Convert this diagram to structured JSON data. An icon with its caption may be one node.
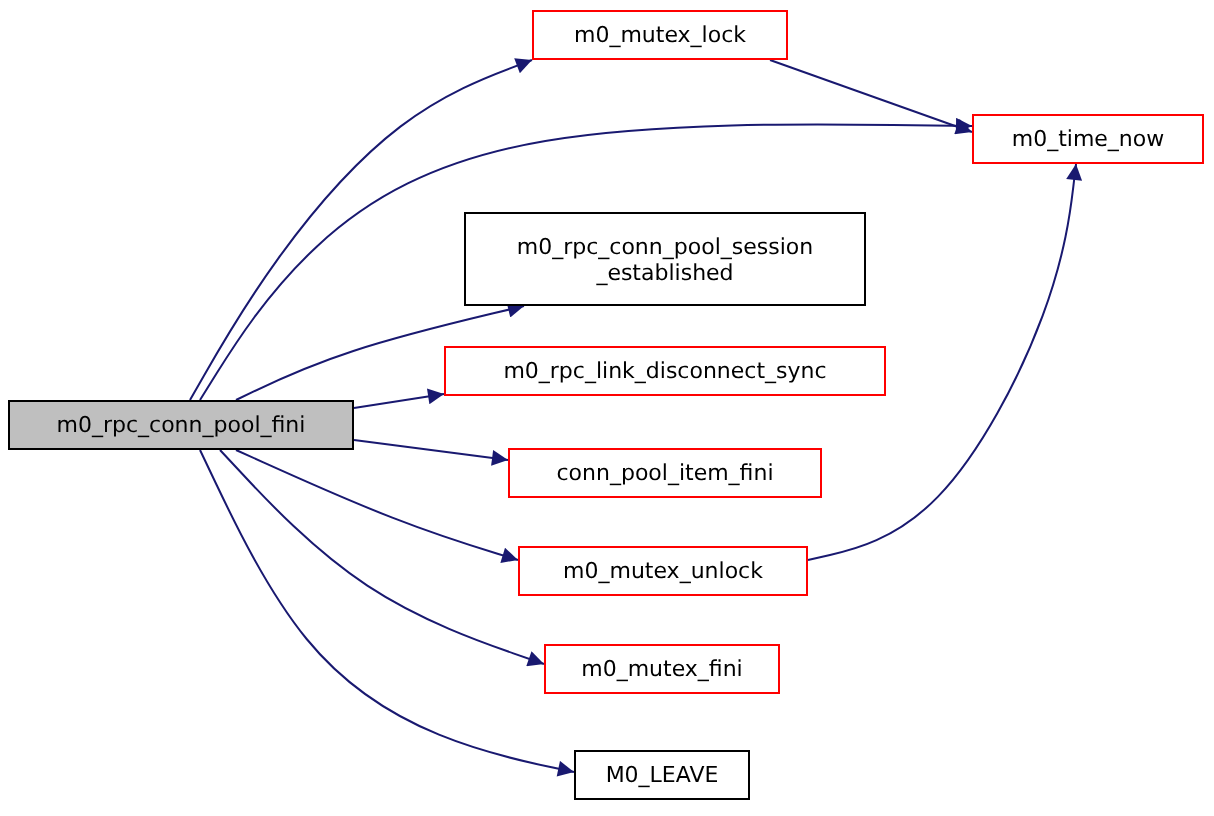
{
  "diagram": {
    "nodes": [
      {
        "text": [
          "m0_rpc_conn_pool_fini"
        ]
      },
      {
        "text": [
          "m0_mutex_lock"
        ]
      },
      {
        "text": [
          "m0_time_now"
        ]
      },
      {
        "text": [
          "m0_rpc_conn_pool_session _established"
        ]
      },
      {
        "text": [
          "m0_rpc_link_disconnect_sync"
        ]
      },
      {
        "text": [
          "conn_pool_item_fini"
        ]
      },
      {
        "text": [
          "m0_mutex_unlock"
        ]
      },
      {
        "text": [
          "m0_mutex_fini"
        ]
      },
      {
        "text": [
          "M0_LEAVE"
        ]
      }
    ],
    "edges": [
      {
        "from": 0,
        "to": 1,
        "arrow": "to"
      },
      {
        "from": 0,
        "to": 2,
        "arrow": "to"
      },
      {
        "from": 0,
        "to": 3,
        "arrow": "to"
      },
      {
        "from": 0,
        "to": 4,
        "arrow": "to"
      },
      {
        "from": 0,
        "to": 5,
        "arrow": "to"
      },
      {
        "from": 0,
        "to": 6,
        "arrow": "to"
      },
      {
        "from": 0,
        "to": 7,
        "arrow": "to"
      },
      {
        "from": 0,
        "to": 8,
        "arrow": "to"
      },
      {
        "from": 1,
        "to": 2,
        "arrow": "to"
      },
      {
        "from": 6,
        "to": 2,
        "arrow": "to"
      }
    ]
  }
}
